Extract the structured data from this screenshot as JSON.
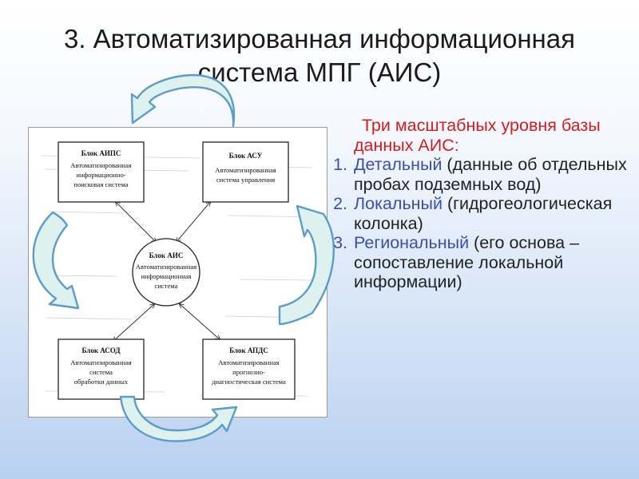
{
  "slide": {
    "title_line1": "3. Автоматизированная информационная",
    "title_line2": "система МПГ (АИС)"
  },
  "diagram": {
    "blocks": {
      "aips": {
        "header": "Блок АИПС",
        "lines": [
          "Автоматизированная",
          "информационно-",
          "поисковая система"
        ]
      },
      "asu": {
        "header": "Блок АСУ",
        "lines": [
          "Автоматизированная",
          "система управления"
        ]
      },
      "ais": {
        "header": "Блок АИС",
        "lines": [
          "Автоматизированная",
          "информационная",
          "система"
        ]
      },
      "asod": {
        "header": "Блок АСОД",
        "lines": [
          "Автоматизированная",
          "система",
          "обработки данных"
        ]
      },
      "apds": {
        "header": "Блок АПДС",
        "lines": [
          "Автоматизированная",
          "прогнозно-",
          "диагностическая система"
        ]
      }
    }
  },
  "text_panel": {
    "intro": "Три масштабных уровня базы данных АИС:",
    "items": [
      {
        "num": "1.",
        "name": "Детальный",
        "desc": " (данные об отдельных пробах подземных вод)"
      },
      {
        "num": "2.",
        "name": "Локальный",
        "desc": " (гидрогеологическая колонка)"
      },
      {
        "num": "3.",
        "name": "Региональный",
        "desc": " (его основа – сопоставление локальной информации)"
      }
    ]
  },
  "colors": {
    "intro_text": "#d01e1e",
    "level_names": "#3a4fa8",
    "arrow_fill": "#ddf1ee",
    "arrow_stroke": "#5b9cc9",
    "background_bottom": "#b9d0f0"
  }
}
